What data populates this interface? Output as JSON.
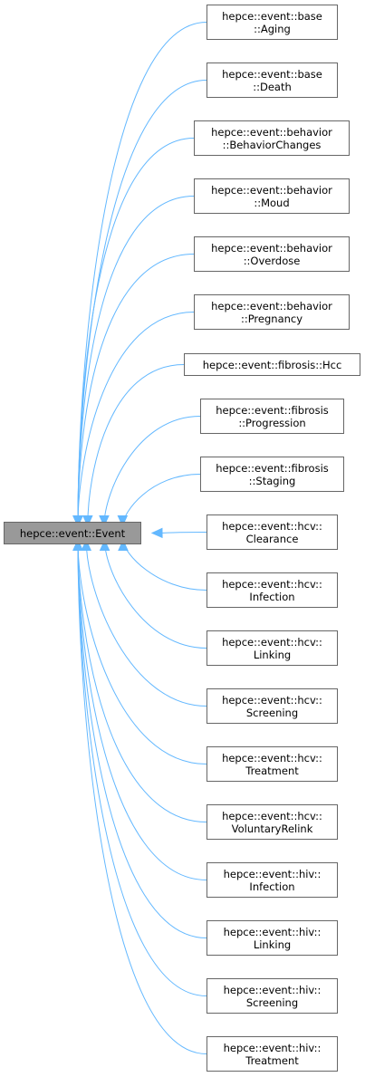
{
  "base": {
    "id": "event",
    "lines": [
      "hepce::event::Event"
    ]
  },
  "derived": [
    {
      "id": "aging",
      "lines": [
        "hepce::event::base",
        "::Aging"
      ]
    },
    {
      "id": "death",
      "lines": [
        "hepce::event::base",
        "::Death"
      ]
    },
    {
      "id": "behavior-changes",
      "lines": [
        "hepce::event::behavior",
        "::BehaviorChanges"
      ]
    },
    {
      "id": "moud",
      "lines": [
        "hepce::event::behavior",
        "::Moud"
      ]
    },
    {
      "id": "overdose",
      "lines": [
        "hepce::event::behavior",
        "::Overdose"
      ]
    },
    {
      "id": "pregnancy",
      "lines": [
        "hepce::event::behavior",
        "::Pregnancy"
      ]
    },
    {
      "id": "hcc",
      "lines": [
        "hepce::event::fibrosis::Hcc"
      ]
    },
    {
      "id": "progression",
      "lines": [
        "hepce::event::fibrosis",
        "::Progression"
      ]
    },
    {
      "id": "staging",
      "lines": [
        "hepce::event::fibrosis",
        "::Staging"
      ]
    },
    {
      "id": "hcv-clearance",
      "lines": [
        "hepce::event::hcv::",
        "Clearance"
      ]
    },
    {
      "id": "hcv-infection",
      "lines": [
        "hepce::event::hcv::",
        "Infection"
      ]
    },
    {
      "id": "hcv-linking",
      "lines": [
        "hepce::event::hcv::",
        "Linking"
      ]
    },
    {
      "id": "hcv-screening",
      "lines": [
        "hepce::event::hcv::",
        "Screening"
      ]
    },
    {
      "id": "hcv-treatment",
      "lines": [
        "hepce::event::hcv::",
        "Treatment"
      ]
    },
    {
      "id": "hcv-voluntary-relink",
      "lines": [
        "hepce::event::hcv::",
        "VoluntaryRelink"
      ]
    },
    {
      "id": "hiv-infection",
      "lines": [
        "hepce::event::hiv::",
        "Infection"
      ]
    },
    {
      "id": "hiv-linking",
      "lines": [
        "hepce::event::hiv::",
        "Linking"
      ]
    },
    {
      "id": "hiv-screening",
      "lines": [
        "hepce::event::hiv::",
        "Screening"
      ]
    },
    {
      "id": "hiv-treatment",
      "lines": [
        "hepce::event::hiv::",
        "Treatment"
      ]
    }
  ],
  "colors": {
    "edge": "#63b8ff",
    "node_border": "#666666",
    "base_fill": "#999999",
    "node_fill": "#ffffff"
  }
}
